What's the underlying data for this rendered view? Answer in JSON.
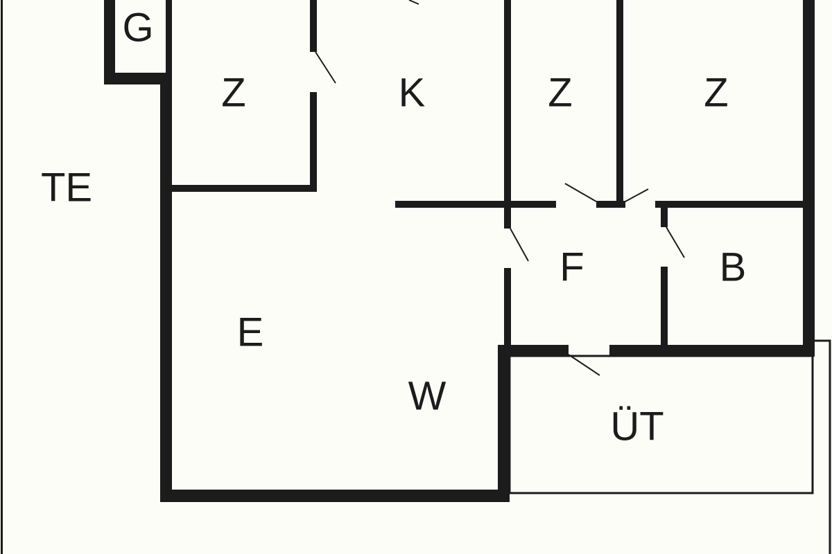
{
  "floor_plan": {
    "rooms": [
      {
        "id": "garage",
        "label": "G"
      },
      {
        "id": "room-1",
        "label": "Z"
      },
      {
        "id": "kitchen",
        "label": "K"
      },
      {
        "id": "room-2",
        "label": "Z"
      },
      {
        "id": "room-3",
        "label": "Z"
      },
      {
        "id": "terrace",
        "label": "TE"
      },
      {
        "id": "living",
        "label": "E"
      },
      {
        "id": "wc",
        "label": "W"
      },
      {
        "id": "hall",
        "label": "F"
      },
      {
        "id": "bath",
        "label": "B"
      },
      {
        "id": "balcony",
        "label": "ÜT"
      }
    ],
    "colors": {
      "wall": "#1c1c1c",
      "background": "#fdfdf8"
    }
  }
}
